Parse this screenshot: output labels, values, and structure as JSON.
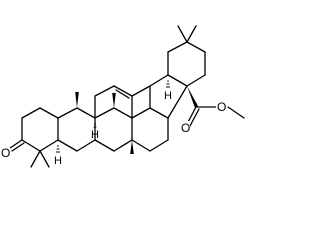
{
  "molecule": {
    "atom_labels": {
      "ketone_oxygen": "O",
      "ester_carbonyl_oxygen": "O",
      "ester_ether_oxygen": "O",
      "stereo_h_c5": "H",
      "stereo_h_c9": "H",
      "stereo_h_c18": "H"
    }
  }
}
